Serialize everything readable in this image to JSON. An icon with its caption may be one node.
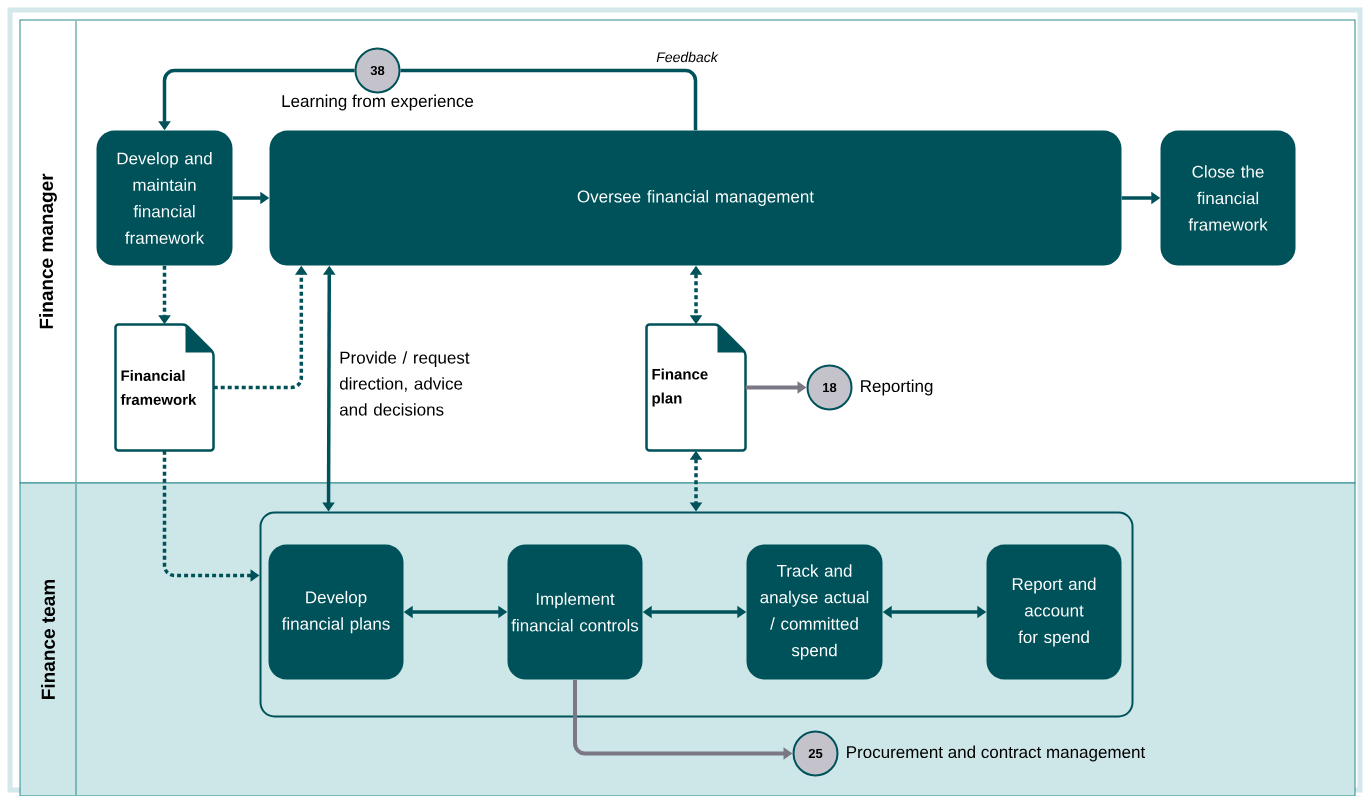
{
  "diagram": {
    "nodes": [
      {
        "text": [
          "Finance manager"
        ]
      },
      {
        "text": [
          "Finance team"
        ]
      },
      {
        "text": [
          "Develop and maintain financial framework"
        ],
        "in": 0
      },
      {
        "text": [
          "Oversee financial management"
        ],
        "in": 0
      },
      {
        "text": [
          "Close the financial framework"
        ],
        "in": 0
      },
      {
        "text": [
          "Financial framework"
        ],
        "in": 0
      },
      {
        "text": [
          "Finance plan"
        ],
        "in": 0
      },
      {
        "text": [
          "38"
        ],
        "beside": [
          "Learning from experience"
        ],
        "in": 0
      },
      {
        "text": [
          "18"
        ],
        "beside": [
          "Reporting"
        ],
        "in": 0
      },
      {
        "text": [],
        "shape": "box",
        "in": 1
      },
      {
        "text": [
          "Develop financial plans"
        ],
        "in": 9
      },
      {
        "text": [
          "Implement financial controls"
        ],
        "in": 9
      },
      {
        "text": [
          "Track and analyse actual / committed spend"
        ],
        "in": 9
      },
      {
        "text": [
          "Report and account for spend"
        ],
        "in": 9
      },
      {
        "text": [
          "25"
        ],
        "beside": [
          "Procurement and contract management"
        ],
        "in": 1
      }
    ],
    "edges": [
      {
        "from": 3,
        "to": 7,
        "arrow": "none",
        "label": "Feedback"
      },
      {
        "from": 7,
        "to": 2,
        "arrow": "to"
      },
      {
        "from": 2,
        "to": 3,
        "arrow": "to"
      },
      {
        "from": 3,
        "to": 4,
        "arrow": "to"
      },
      {
        "from": 2,
        "to": 5,
        "arrow": "to",
        "style": "dashed"
      },
      {
        "from": 5,
        "to": 3,
        "arrow": "to",
        "style": "dashed"
      },
      {
        "from": 3,
        "to": 9,
        "arrow": "both",
        "label": "Provide / request direction, advice and decisions"
      },
      {
        "from": 3,
        "to": 6,
        "arrow": "both",
        "style": "dashed"
      },
      {
        "from": 6,
        "to": 9,
        "arrow": "both",
        "style": "dashed"
      },
      {
        "from": 6,
        "to": 8,
        "arrow": "to",
        "color": "#7b7784"
      },
      {
        "from": 5,
        "to": 9,
        "arrow": "to",
        "style": "dashed"
      },
      {
        "from": 10,
        "to": 11,
        "arrow": "both"
      },
      {
        "from": 11,
        "to": 12,
        "arrow": "both"
      },
      {
        "from": 12,
        "to": 13,
        "arrow": "both"
      },
      {
        "from": 11,
        "to": 14,
        "arrow": "to",
        "color": "#7b7784"
      }
    ]
  }
}
